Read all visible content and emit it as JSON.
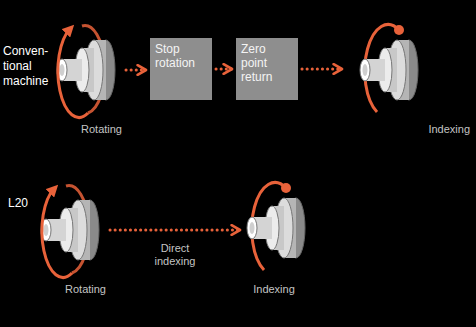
{
  "diagram": {
    "nodes": [
      {
        "text": [
          "Rotating"
        ]
      },
      {
        "text": [
          "Stop rotation"
        ]
      },
      {
        "text": [
          "Zero point return"
        ]
      },
      {
        "text": [
          "Indexing"
        ]
      },
      {
        "text": [
          "Rotating"
        ]
      },
      {
        "text": [
          "Indexing"
        ]
      }
    ],
    "edges": [
      {
        "from": 0,
        "to": 1,
        "arrow": "to"
      },
      {
        "from": 1,
        "to": 2,
        "arrow": "to"
      },
      {
        "from": 2,
        "to": 3,
        "arrow": "to"
      },
      {
        "from": 4,
        "to": 5,
        "label": "Direct indexing",
        "arrow": "to"
      }
    ],
    "labels": [
      "Conven- tional machine",
      "L20"
    ]
  }
}
